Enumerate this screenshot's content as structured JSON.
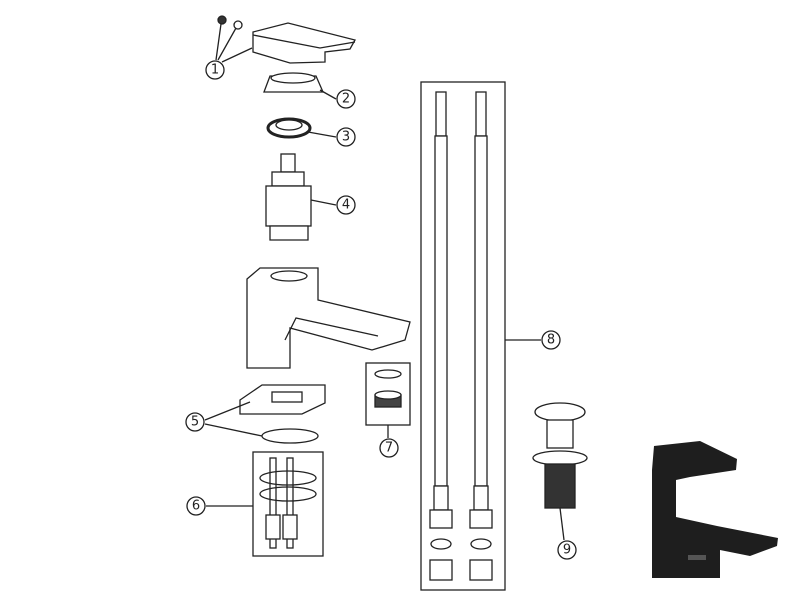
{
  "diagram": {
    "title": "Basin tap exploded parts diagram",
    "parts": [
      {
        "number": "1",
        "part": "handle-with-screws"
      },
      {
        "number": "2",
        "part": "cartridge-shroud"
      },
      {
        "number": "3",
        "part": "cartridge-nut"
      },
      {
        "number": "4",
        "part": "cartridge"
      },
      {
        "number": "5",
        "part": "base-plate-and-o-ring"
      },
      {
        "number": "6",
        "part": "fixing-kit"
      },
      {
        "number": "7",
        "part": "aerator"
      },
      {
        "number": "8",
        "part": "flexible-hoses"
      },
      {
        "number": "9",
        "part": "click-clack-waste"
      }
    ],
    "colors": {
      "line": "#222222",
      "product": "#1e1e1e"
    }
  }
}
